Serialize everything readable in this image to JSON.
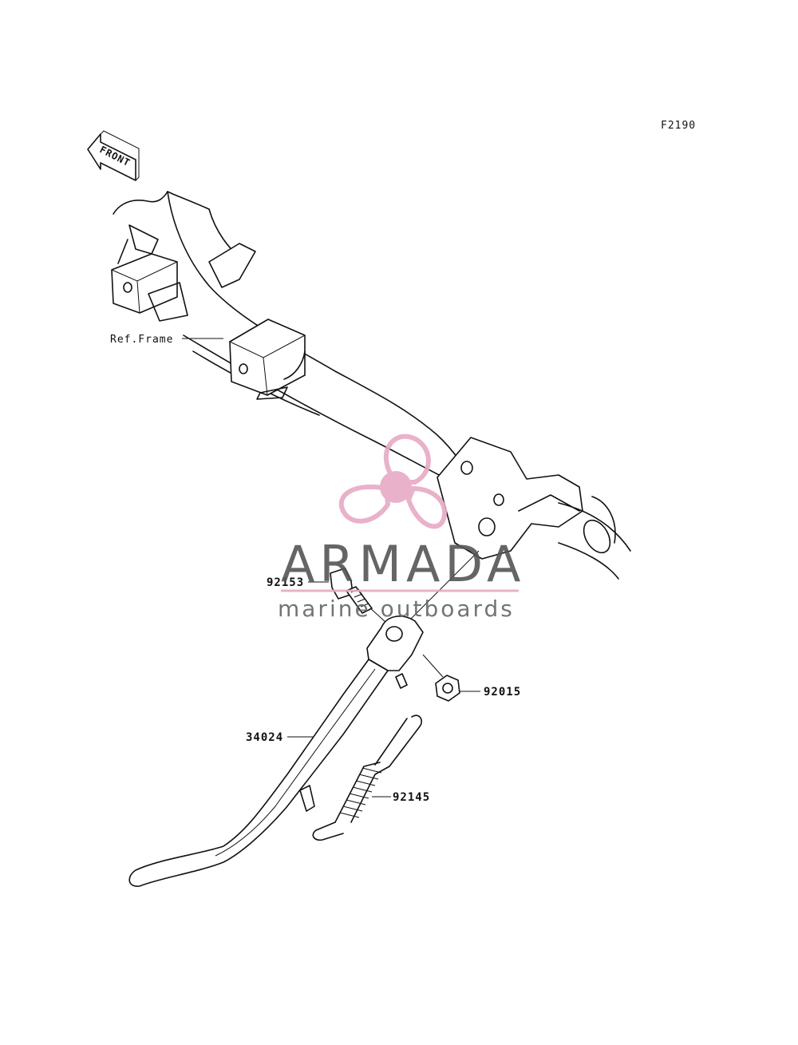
{
  "diagram": {
    "figure_code": "F2190",
    "front_arrow_label": "FRONT",
    "labels": {
      "ref_frame": "Ref.Frame",
      "part_92153": "92153",
      "part_92015": "92015",
      "part_34024": "34024",
      "part_92145": "92145"
    }
  },
  "watermark": {
    "title": "ARMADA",
    "subtitle": "marine outboards",
    "color_pink": "#e7a9c5",
    "color_gray": "#555555"
  }
}
